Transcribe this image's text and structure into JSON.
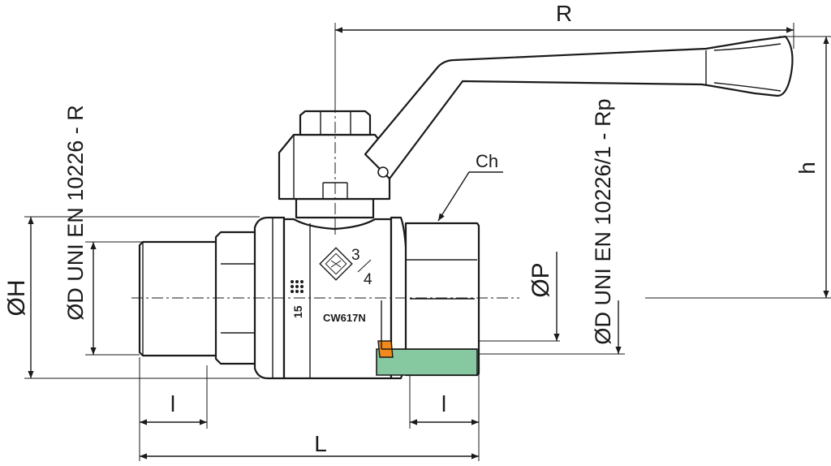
{
  "labels": {
    "R": "R",
    "h": "h",
    "Ch": "Ch",
    "OH": "ØH",
    "OP": "ØP",
    "OD_R": "ØD UNI EN 10226 - R",
    "OD_Rp": "ØD UNI EN 10226/1 - Rp",
    "l_left": "l",
    "l_right": "l",
    "L": "L"
  },
  "markings": {
    "material": "CW617N",
    "size_num": "3",
    "size_den": "4",
    "pressure": "15"
  },
  "colors": {
    "seal_green": "#86c9a1",
    "seat_orange": "#f08a1c",
    "line": "#1a1a1a"
  }
}
